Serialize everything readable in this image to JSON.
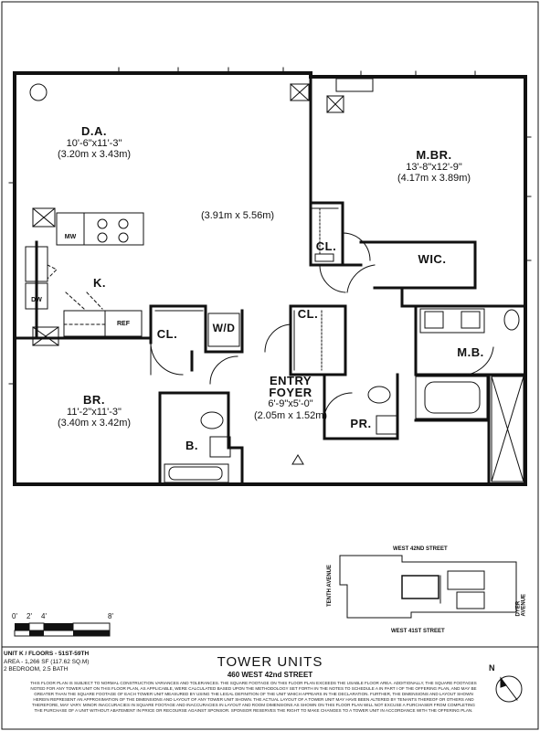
{
  "rooms": {
    "dining": {
      "name": "D.A.",
      "dim_ft": "10'-6\"x11'-3\"",
      "dim_m": "(3.20m x 3.43m)"
    },
    "living": {
      "dim_m": "(3.91m x 5.56m)"
    },
    "master_bedroom": {
      "name": "M.BR.",
      "dim_ft": "13'-8\"x12'-9\"",
      "dim_m": "(4.17m x 3.89m)"
    },
    "kitchen": {
      "name": "K."
    },
    "bedroom": {
      "name": "BR.",
      "dim_ft": "11'-2\"x11'-3\"",
      "dim_m": "(3.40m x 3.42m)"
    },
    "entry": {
      "name1": "ENTRY",
      "name2": "FOYER",
      "dim_ft": "6'-9\"x5'-0\"",
      "dim_m": "(2.05m x 1.52m)"
    },
    "wic": {
      "name": "WIC."
    },
    "master_bath": {
      "name": "M.B."
    },
    "bath": {
      "name": "B."
    },
    "powder": {
      "name": "PR."
    },
    "closet_master": {
      "name": "CL."
    },
    "closet_bedroom": {
      "name": "CL."
    },
    "closet_entry": {
      "name": "CL."
    },
    "washer_dryer": {
      "name": "W/D"
    }
  },
  "fixtures": {
    "mw": "MW",
    "dw": "DW",
    "ref": "REF"
  },
  "scale": {
    "t0": "0'",
    "t2": "2'",
    "t4": "4'",
    "t8": "8'"
  },
  "key_plan": {
    "north_street": "WEST 42ND STREET",
    "south_street": "WEST 41ST STREET",
    "west_avenue": "TENTH AVENUE",
    "east_avenue": "DYER AVENUE"
  },
  "title_block": {
    "unit_line": "UNIT K / FLOORS - 51ST-59TH",
    "area_line": "AREA - 1,266 SF (117.62 SQ.M)",
    "rooms_line": "2 BEDROOM, 2.5 BATH",
    "title": "TOWER UNITS",
    "address": "460 WEST 42nd STREET",
    "disclaimer": "This floor plan is subject to normal construction variances and tolerances. The square footage on this floor plan exceeds the usable floor area. Additionally, the square footages noted for any tower unit on this floor plan, as applicable, were calculated based upon the methodology set forth in the notes to schedule A in Part I of the offering plan, and may be greater than the square footage of each tower unit measured by using the legal definition of the unit which appears in the declaration. Further, the dimensions and layout shown herein represent an approximation of the dimensions and layout of any tower unit shown. The actual layout of a tower unit may have been altered by tenants thereof or others and therefore, may vary. Minor inaccuracies in square footage and inaccuracies in layout and room dimensions as shown on this floor plan will not excuse a purchaser from completing the purchase of a unit without abatement in price or recourse against sponsor. Sponsor reserves the right to make changes to a tower unit in accordance with the offering plan."
  },
  "compass": {
    "north": "N"
  }
}
